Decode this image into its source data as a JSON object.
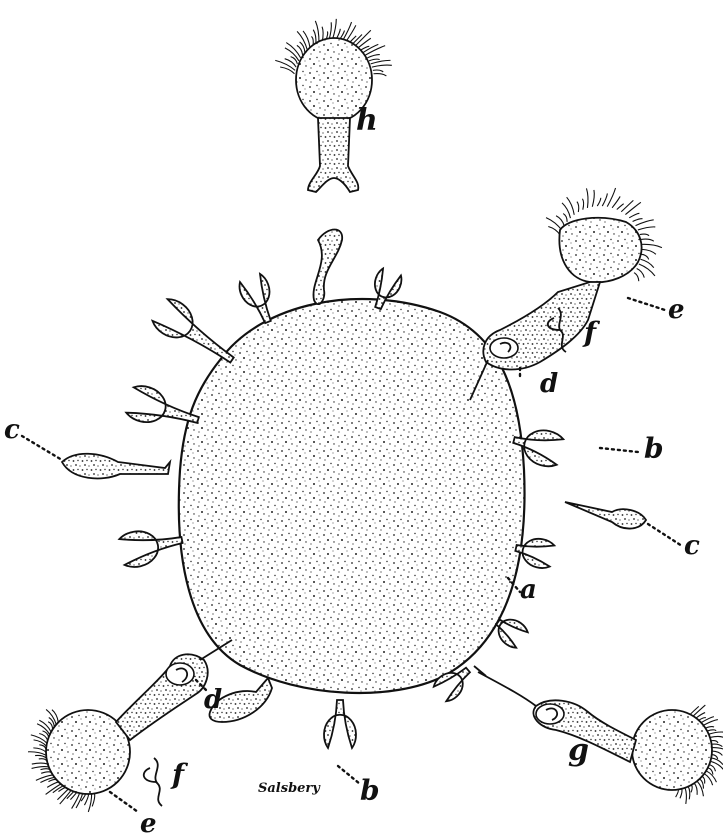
{
  "labels": {
    "h": "h",
    "e_upper": "e",
    "f_upper": "f",
    "d_upper": "d",
    "b_right": "b",
    "c_left": "c",
    "c_right": "c",
    "a": "a",
    "d_lower": "d",
    "f_lower": "f",
    "e_lower": "e",
    "b_bottom": "b",
    "g": "g"
  },
  "signature": "Salsbery"
}
